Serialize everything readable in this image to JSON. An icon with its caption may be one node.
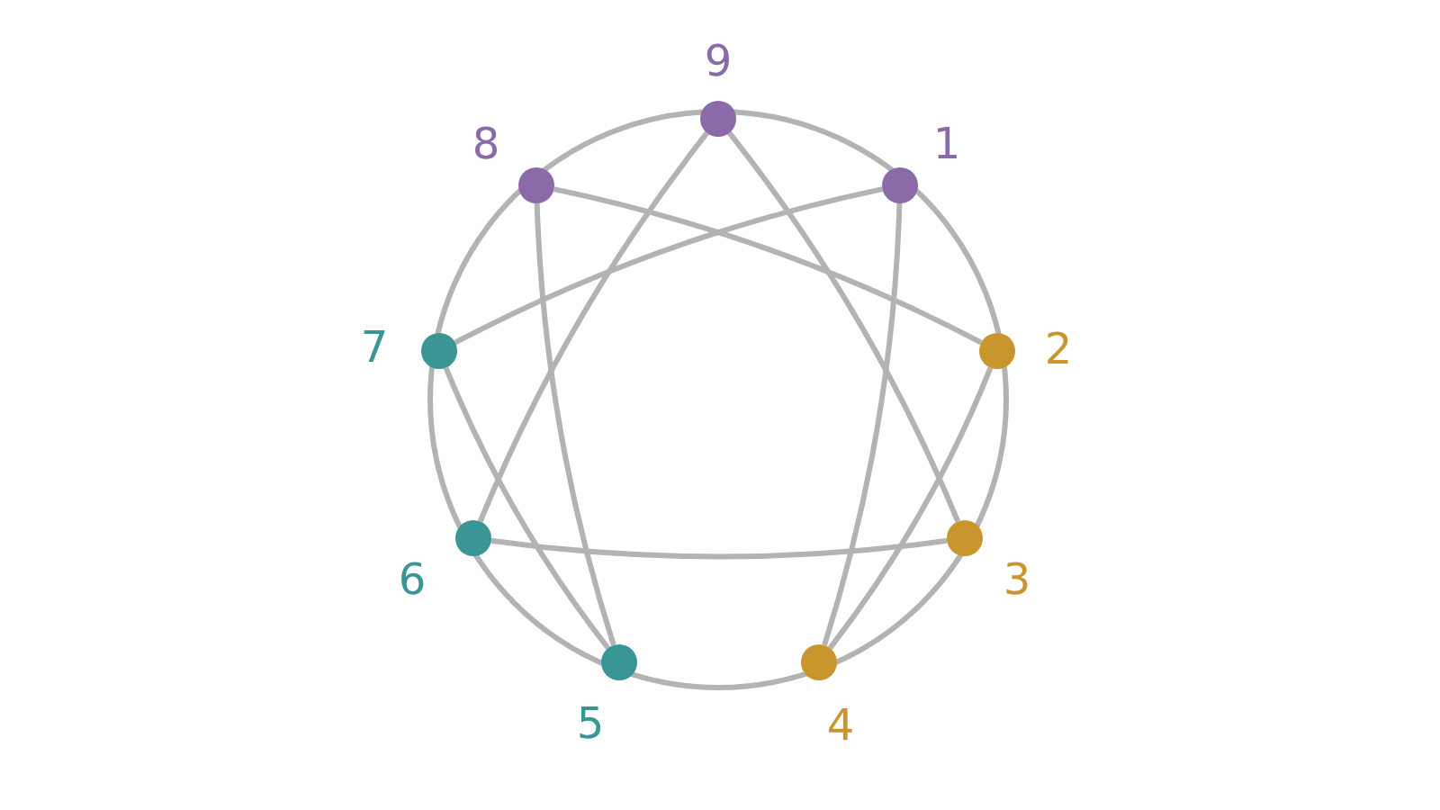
{
  "diagram": {
    "nodes": [
      {
        "text": [
          "9"
        ]
      },
      {
        "text": [
          "8"
        ]
      },
      {
        "text": [
          "1"
        ]
      },
      {
        "text": [
          "7"
        ]
      },
      {
        "text": [
          "2"
        ]
      },
      {
        "text": [
          "6"
        ]
      },
      {
        "text": [
          "3"
        ]
      },
      {
        "text": [
          "5"
        ]
      },
      {
        "text": [
          "4"
        ]
      }
    ],
    "edges": [
      {
        "from": 0,
        "to": 6,
        "arrow": "none"
      },
      {
        "from": 0,
        "to": 5,
        "arrow": "none"
      },
      {
        "from": 5,
        "to": 6,
        "arrow": "none"
      },
      {
        "from": 2,
        "to": 8,
        "arrow": "none"
      },
      {
        "from": 8,
        "to": 4,
        "arrow": "none"
      },
      {
        "from": 4,
        "to": 1,
        "arrow": "none"
      },
      {
        "from": 1,
        "to": 7,
        "arrow": "none"
      },
      {
        "from": 7,
        "to": 3,
        "arrow": "none"
      },
      {
        "from": 3,
        "to": 2,
        "arrow": "none"
      }
    ]
  }
}
